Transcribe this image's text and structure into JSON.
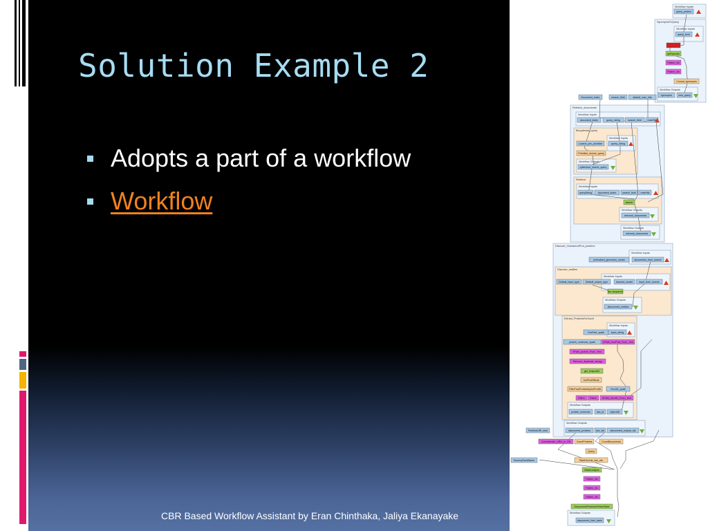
{
  "slide": {
    "title": "Solution Example 2",
    "bullets": [
      {
        "text": "Adopts a part of a workflow",
        "is_link": false
      },
      {
        "text": "Workflow",
        "is_link": true
      }
    ],
    "footer": "CBR Based Workflow Assistant by Eran Chinthaka, Jaliya Ekanayake"
  },
  "colors": {
    "title": "#a6dcf2",
    "link": "#f0821e",
    "side_bar_magenta": "#e0186c",
    "side_bar_slate": "#4f6682",
    "side_bar_yellow": "#f5b400"
  },
  "workflow": {
    "groups": [
      "Workflow Inputs",
      "SynonymsToQuery",
      "Workflow Inputs",
      "Workflow Outputs",
      "Retrieve_documents",
      "Workflow Inputs",
      "Biooptimics_query",
      "Workflow Inputs",
      "Workflow Outputs",
      "Retrieve",
      "Workflow Inputs",
      "Workflow Outputs",
      "Workflow Outputs",
      "Discover_HumanUniProt_proteins",
      "Workflow Inputs",
      "Discover_entities",
      "Workflow Inputs",
      "Workflow Outputs",
      "Extract_ProteinsFor3ocr0",
      "Workflow Inputs",
      "Workflow Outputs",
      "Workflow Outputs",
      "Workflow Outputs"
    ],
    "nodes": [
      "query_protein",
      "query_term",
      "getSynsets",
      "Flatten_list",
      "Flatten_list",
      "Concat_synonyms",
      "synonyms",
      "new_query",
      "Document_index",
      "search_field",
      "default_max_hits",
      "document_index",
      "query_string",
      "search_field",
      "maxHits",
      "Lucene_pre_prioritize",
      "query_string",
      "Prioritize_lucene_query",
      "optimised_lucene_query",
      "queryString",
      "document_index",
      "search_field",
      "maxHits",
      "search",
      "relevant_documents",
      "relevant_documents",
      "pretrained_genomics_model",
      "documents_from_lucene",
      "Default_input_type",
      "Default_output_type",
      "learned_model",
      "input_from_lucene",
      "Ner-sequence",
      "discovered_entities",
      "DocPart_xpath",
      "input_string",
      "protein_molecule_xpath",
      "XPath_DocPart_From_Text",
      "XPath_protein_From_Text",
      "Remove_duplicate_strings",
      "get_UniprotID",
      "UniProtOfficial",
      "FilterTrueProteinByUniProtID",
      "Geo3D_xpath",
      "Filter1",
      "Filter2",
      "XPath_Geo3D_From_Text",
      "protein_molecule",
      "doc_id",
      "uniprotID",
      "discovered_proteins",
      "doc_ids",
      "discovered_uniprot_ids",
      "PubMedURI_blob",
      "Concatenate_URIs_to_DB",
      "CountProteins",
      "CountDocuments",
      "Query",
      "BlobDocList_doc_ids",
      "DummyRankName",
      "BlastAnalysis",
      "Flatten_list",
      "Flatten_list",
      "Flatten_list",
      "DiscoveredProteinsToHtmlTable",
      "discovered_html_table"
    ]
  }
}
